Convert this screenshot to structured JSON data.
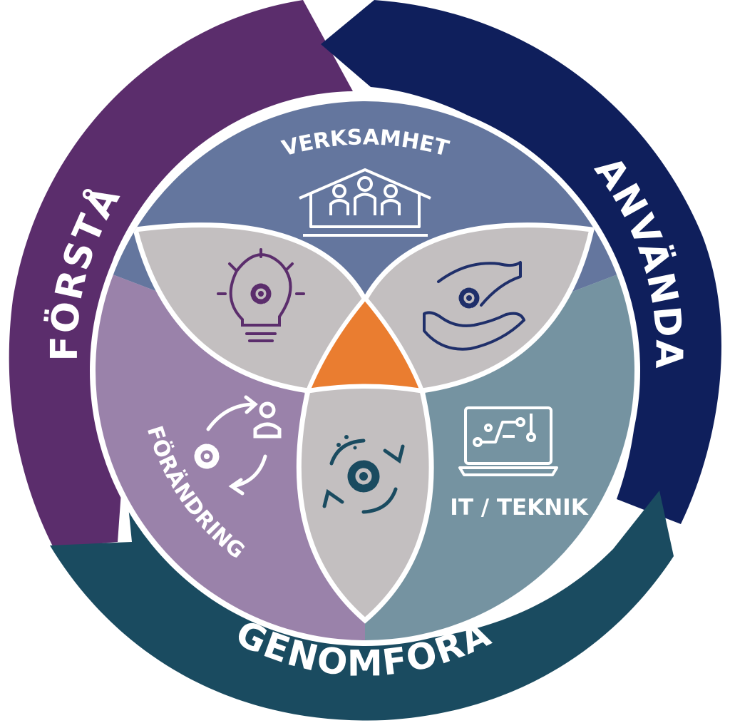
{
  "cycle": {
    "forsta": {
      "label": "FÖRSTÅ",
      "color": "#5b2d6c"
    },
    "anvanda": {
      "label": "ANVÄNDA",
      "color": "#0f1f5c"
    },
    "genomfora": {
      "label": "GENOMFÖRA",
      "color": "#1a4b60"
    }
  },
  "sectors": {
    "verksamhet": {
      "label": "VERKSAMHET",
      "color": "#64769e",
      "icon": "house-people-icon"
    },
    "forandring": {
      "label": "FÖRÄNDRING",
      "color": "#9a82aa",
      "icon": "cycle-gear-person-icon"
    },
    "it_teknik": {
      "label": "IT / TEKNIK",
      "color": "#7593a1",
      "icon": "laptop-circuit-icon"
    }
  },
  "petals": {
    "fill": "#c3bfc0",
    "top_left_icon": "lightbulb-gear-icon",
    "top_right_icon": "hands-gear-icon",
    "bottom_icon": "gear-refresh-icon"
  },
  "center": {
    "color": "#ea7d30"
  }
}
